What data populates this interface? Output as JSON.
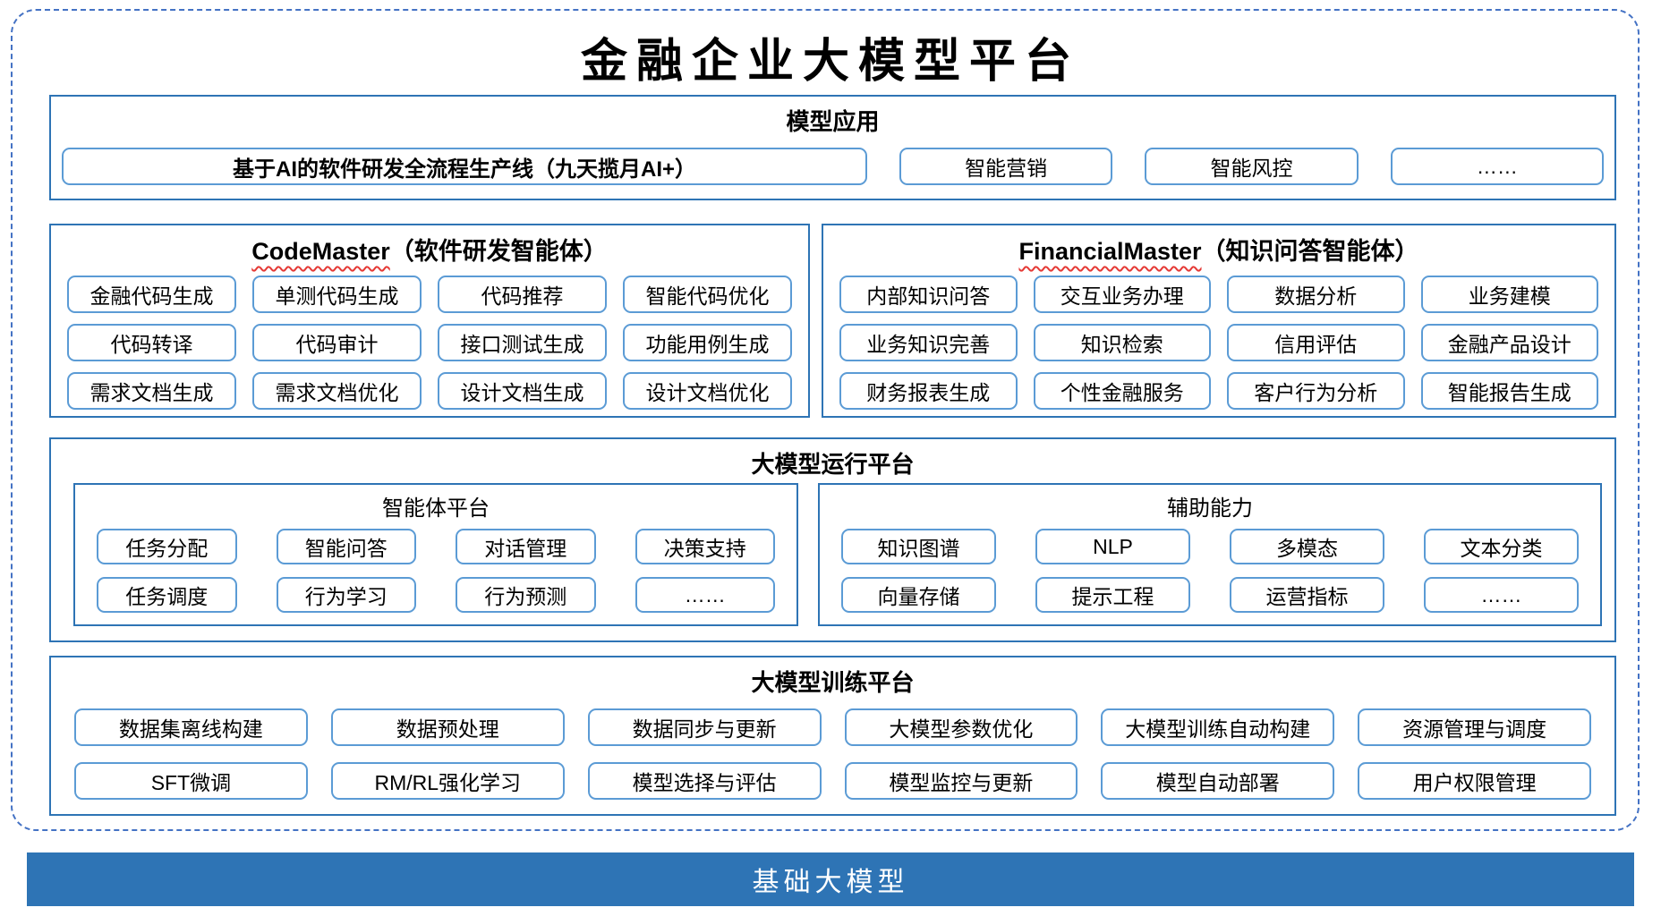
{
  "title": "金融企业大模型平台",
  "sections": {
    "model_app": {
      "header": "模型应用",
      "main_box": "基于AI的软件研发全流程生产线（九天揽月AI+）",
      "boxes": [
        "智能营销",
        "智能风控",
        "……"
      ]
    },
    "code_master": {
      "header_en": "CodeMaster",
      "header_zh": "（软件研发智能体）",
      "boxes": [
        "金融代码生成",
        "单测代码生成",
        "代码推荐",
        "智能代码优化",
        "代码转译",
        "代码审计",
        "接口测试生成",
        "功能用例生成",
        "需求文档生成",
        "需求文档优化",
        "设计文档生成",
        "设计文档优化"
      ]
    },
    "financial_master": {
      "header_en": "FinancialMaster",
      "header_zh": "（知识问答智能体）",
      "boxes": [
        "内部知识问答",
        "交互业务办理",
        "数据分析",
        "业务建模",
        "业务知识完善",
        "知识检索",
        "信用评估",
        "金融产品设计",
        "财务报表生成",
        "个性金融服务",
        "客户行为分析",
        "智能报告生成"
      ]
    },
    "runtime": {
      "header": "大模型运行平台",
      "agent_platform": {
        "header": "智能体平台",
        "boxes": [
          "任务分配",
          "智能问答",
          "对话管理",
          "决策支持",
          "任务调度",
          "行为学习",
          "行为预测",
          "……"
        ]
      },
      "aux_ability": {
        "header": "辅助能力",
        "boxes": [
          "知识图谱",
          "NLP",
          "多模态",
          "文本分类",
          "向量存储",
          "提示工程",
          "运营指标",
          "……"
        ]
      }
    },
    "training": {
      "header": "大模型训练平台",
      "boxes": [
        "数据集离线构建",
        "数据预处理",
        "数据同步与更新",
        "大模型参数优化",
        "大模型训练自动构建",
        "资源管理与调度",
        "SFT微调",
        "RM/RL强化学习",
        "模型选择与评估",
        "模型监控与更新",
        "模型自动部署",
        "用户权限管理"
      ]
    },
    "foundation": {
      "label": "基础大模型"
    }
  },
  "colors": {
    "section_border": "#2E74B5",
    "box_border": "#5B9BD5",
    "dashed_border": "#4472C4",
    "foundation_bg": "#2E74B5",
    "spellcheck_underline": "#E53935"
  }
}
